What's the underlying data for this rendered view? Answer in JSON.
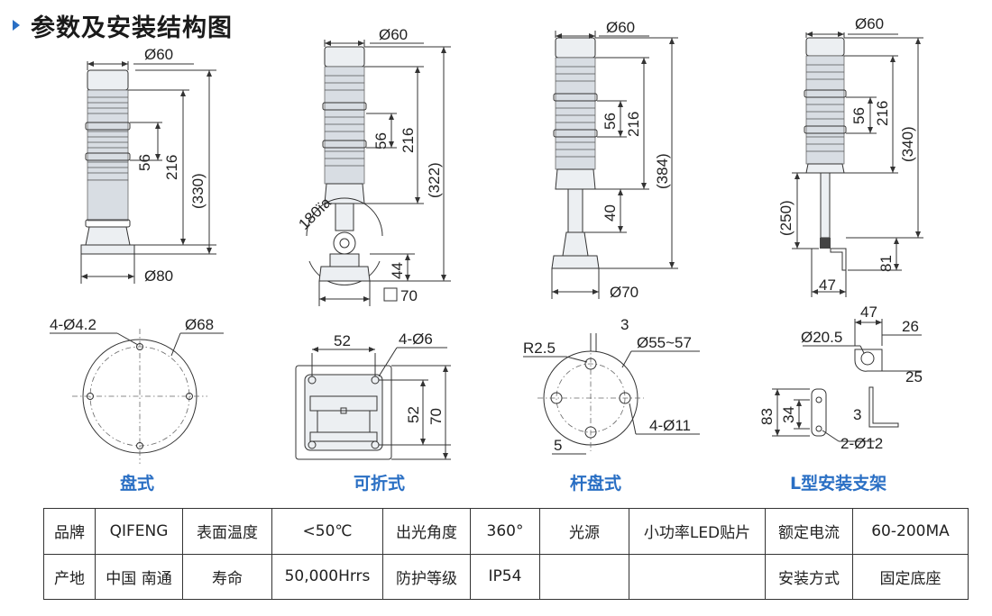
{
  "title": "参数及安装结构图",
  "figures": [
    {
      "caption": "盘式",
      "dims": {
        "top_dia": "Ø60",
        "tier": "56",
        "height": "216",
        "total": "(330)",
        "base_dia": "Ø80"
      },
      "plan": {
        "holes": "4-Ø4.2",
        "pcd": "Ø68"
      }
    },
    {
      "caption": "可折式",
      "dims": {
        "top_dia": "Ø60",
        "tier": "56",
        "height": "216",
        "total": "(322)",
        "angle": "180ïa",
        "base_h": "44",
        "base_sq": "70"
      },
      "plan": {
        "hole_span": "52",
        "holes": "4-Ø6",
        "span_v": "52",
        "side": "70"
      }
    },
    {
      "caption": "杆盘式",
      "dims": {
        "top_dia": "Ø60",
        "tier": "56",
        "height": "216",
        "total": "(384)",
        "pole": "40",
        "base_dia": "Ø70"
      },
      "plan": {
        "radius": "R2.5",
        "three": "3",
        "pcd": "Ø55~57",
        "holes": "4-Ø11",
        "five": "5"
      }
    },
    {
      "caption": "L型安装支架",
      "dims": {
        "top_dia": "Ø60",
        "tier": "56",
        "height": "216",
        "total": "(340)",
        "pole": "(250)",
        "foot": "81",
        "width": "47"
      },
      "plan": {
        "width": "47",
        "hole": "Ø20.5",
        "w26": "26",
        "w25": "25",
        "h83": "83",
        "h34": "34",
        "t3": "3",
        "holes2": "2-Ø12"
      }
    }
  ],
  "table": [
    [
      "品牌",
      "QIFENG",
      "表面温度",
      "<50℃",
      "出光角度",
      "360°",
      "光源",
      "小功率LED贴片",
      "额定电流",
      "60-200MA"
    ],
    [
      "产地",
      "中国  南通",
      "寿命",
      "50,000Hrrs",
      "防护等级",
      "IP54",
      "",
      "",
      "安装方式",
      "固定底座"
    ]
  ],
  "colors": {
    "accent": "#2a6fc4",
    "line": "#333333",
    "body": "#eceff2"
  }
}
